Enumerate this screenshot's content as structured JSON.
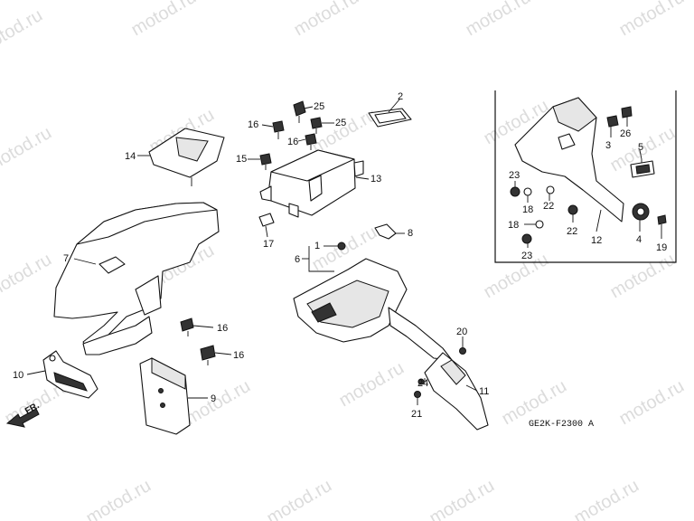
{
  "watermark": "motod.ru",
  "diagram_code": "GE2K-F2300 A",
  "front_marker": "FR.",
  "callouts": [
    {
      "id": "c1",
      "label": "1"
    },
    {
      "id": "c2",
      "label": "2"
    },
    {
      "id": "c3",
      "label": "3"
    },
    {
      "id": "c4",
      "label": "4"
    },
    {
      "id": "c5",
      "label": "5"
    },
    {
      "id": "c6",
      "label": "6"
    },
    {
      "id": "c7",
      "label": "7"
    },
    {
      "id": "c8",
      "label": "8"
    },
    {
      "id": "c9",
      "label": "9"
    },
    {
      "id": "c10",
      "label": "10"
    },
    {
      "id": "c11",
      "label": "11"
    },
    {
      "id": "c12",
      "label": "12"
    },
    {
      "id": "c13",
      "label": "13"
    },
    {
      "id": "c14",
      "label": "14"
    },
    {
      "id": "c15",
      "label": "15"
    },
    {
      "id": "c16a",
      "label": "16"
    },
    {
      "id": "c16b",
      "label": "16"
    },
    {
      "id": "c16c",
      "label": "16"
    },
    {
      "id": "c16d",
      "label": "16"
    },
    {
      "id": "c17",
      "label": "17"
    },
    {
      "id": "c18a",
      "label": "18"
    },
    {
      "id": "c18b",
      "label": "18"
    },
    {
      "id": "c19",
      "label": "19"
    },
    {
      "id": "c20",
      "label": "20"
    },
    {
      "id": "c21",
      "label": "21"
    },
    {
      "id": "c22a",
      "label": "22"
    },
    {
      "id": "c22b",
      "label": "22"
    },
    {
      "id": "c23a",
      "label": "23"
    },
    {
      "id": "c23b",
      "label": "23"
    },
    {
      "id": "c24",
      "label": "24"
    },
    {
      "id": "c25a",
      "label": "25"
    },
    {
      "id": "c25b",
      "label": "25"
    },
    {
      "id": "c26",
      "label": "26"
    }
  ]
}
